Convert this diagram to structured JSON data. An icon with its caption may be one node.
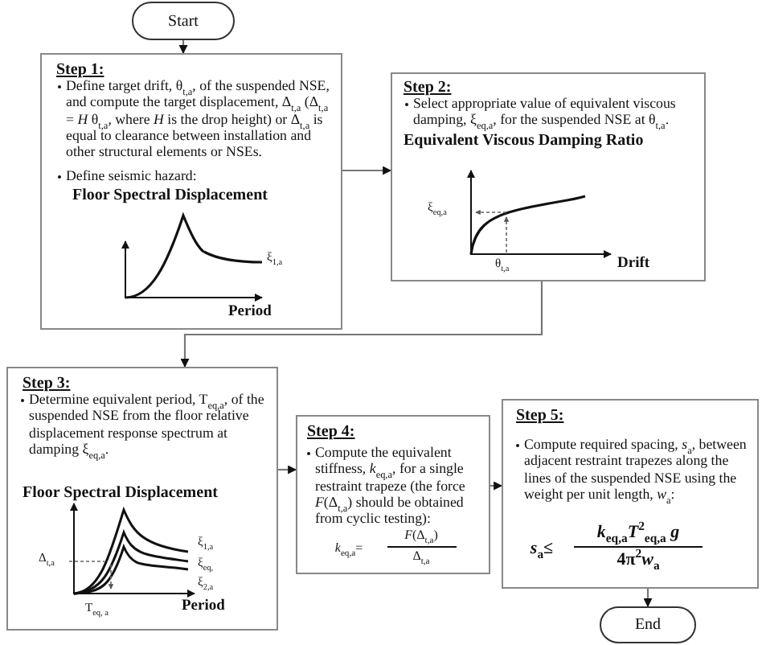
{
  "diagram": {
    "nodes": [
      {
        "text": [
          "Start"
        ]
      },
      {
        "text": [
          "Step 1:",
          "Define target drift, θ$_{t,a}$, of the suspended NSE, and compute the target displacement, Δ$_{t,a}$ (Δ$_{t,a}$ = *H* θ$_{t,a}$, where *H* is the drop height) or Δ$_{t,a}$ is equal to clearance between installation and other structural elements or NSEs.",
          "Define seismic hazard:",
          "Floor Spectral Displacement",
          "ξ$_{1,a}$",
          "Period"
        ]
      },
      {
        "text": [
          "Step 2:",
          "Select appropriate value of equivalent viscous damping, ξ$_{eq,a}$, for the suspended NSE at θ$_{t,a}$.",
          "Equivalent Viscous Damping Ratio",
          "ξ$_{eq,a}$",
          "θ$_{t,a}$",
          "Drift"
        ]
      },
      {
        "text": [
          "Step 3:",
          "Determine equivalent period, T$_{eq,a}$, of the suspended NSE from the floor relative displacement response spectrum at damping ξ$_{eq,a}$.",
          "Floor Spectral Displacement",
          "Δ$_{t,a}$",
          "ξ$_{1,a}$",
          "ξ$_{eq,}$",
          "ξ$_{2,a}$",
          "T$_{eq, a}$",
          "Period"
        ]
      },
      {
        "text": [
          "Step 4:",
          "Compute the equivalent stiffness, *k*$_{eq,a}$, for a single restraint trapeze (the force *F*(Δ$_{t,a}$) should be obtained from cyclic testing):",
          "*k*$_{eq,a}$=",
          "*F*(Δ$_{t,a}$)",
          "Δ$_{t,a}$"
        ]
      },
      {
        "text": [
          "Step 5:",
          "Compute required spacing, *s*$_{a}$, between adjacent restraint trapezes along the lines of the suspended NSE using the weight per unit length, *w*$_{a}$:",
          "*s*$_{a}$≤",
          "*k*$_{eq,a}$*T*$^{2}$$_{eq,a}$ *g*",
          "4π$^{2}$*w*$_{a}$"
        ]
      },
      {
        "text": [
          "End"
        ]
      }
    ],
    "edges": [
      {
        "from": 0,
        "to": 1,
        "arrow": "to"
      },
      {
        "from": 1,
        "to": 2,
        "arrow": "to"
      },
      {
        "from": 2,
        "to": 3,
        "arrow": "to"
      },
      {
        "from": 3,
        "to": 4,
        "arrow": "to"
      },
      {
        "from": 4,
        "to": 5,
        "arrow": "to"
      },
      {
        "from": 5,
        "to": 6,
        "arrow": "to"
      }
    ]
  }
}
